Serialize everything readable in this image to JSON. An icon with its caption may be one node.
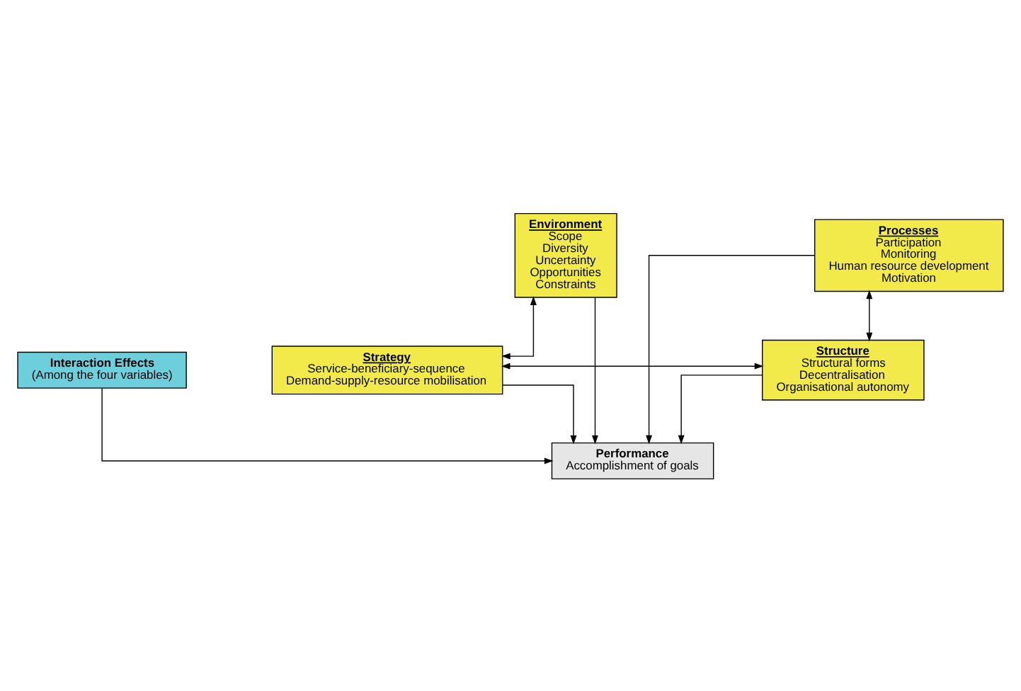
{
  "diagram": {
    "nodes": [
      {
        "text": [
          "Interaction Effects",
          "(Among the four variables)"
        ]
      },
      {
        "text": [
          "Environment",
          "Scope",
          "Diversity",
          "Uncertainty",
          "Opportunities",
          "Constraints"
        ]
      },
      {
        "text": [
          "Processes",
          "Participation",
          "Monitoring",
          "Human resource development",
          "Motivation"
        ]
      },
      {
        "text": [
          "Strategy",
          "Service-beneficiary-sequence",
          "Demand-supply-resource mobilisation"
        ]
      },
      {
        "text": [
          "Structure",
          "Structural forms",
          "Decentralisation",
          "Organisational autonomy"
        ]
      },
      {
        "text": [
          "Performance",
          "Accomplishment of goals"
        ]
      }
    ],
    "edges": [
      {
        "from": 0,
        "to": 5,
        "arrow": "to"
      },
      {
        "from": 1,
        "to": 3,
        "arrow": "both"
      },
      {
        "from": 2,
        "to": 4,
        "arrow": "both"
      },
      {
        "from": 3,
        "to": 4,
        "arrow": "both"
      },
      {
        "from": 3,
        "to": 5,
        "arrow": "to"
      },
      {
        "from": 4,
        "to": 5,
        "arrow": "to"
      },
      {
        "from": 1,
        "to": 5,
        "arrow": "to"
      },
      {
        "from": 2,
        "to": 5,
        "arrow": "to"
      }
    ]
  }
}
